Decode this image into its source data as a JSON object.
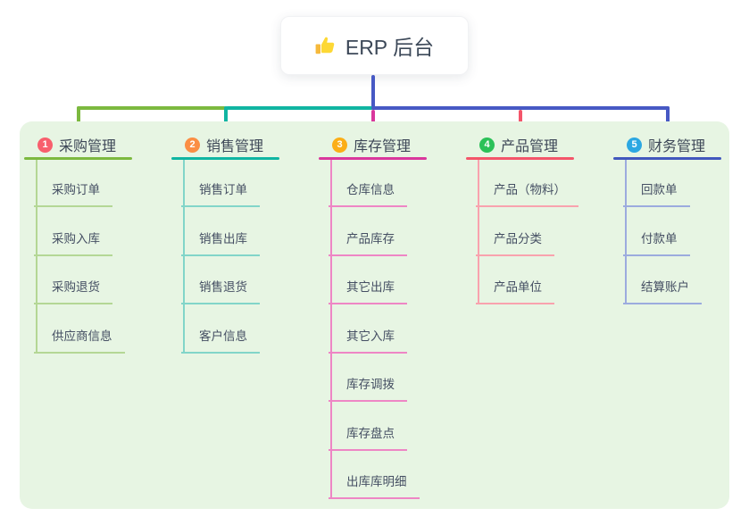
{
  "root": {
    "label": "ERP 后台",
    "icon": "thumbs-up-icon"
  },
  "connector": {
    "stem_color": "#4759c4"
  },
  "panel": {
    "background": "#e7f5e3"
  },
  "branches": [
    {
      "badge": "1",
      "label": "采购管理",
      "badge_color": "#f85f6d",
      "color": "#7cb93f",
      "color_light": "#b4d795",
      "children": [
        {
          "label": "采购订单"
        },
        {
          "label": "采购入库"
        },
        {
          "label": "采购退货"
        },
        {
          "label": "供应商信息"
        }
      ]
    },
    {
      "badge": "2",
      "label": "销售管理",
      "badge_color": "#fb8e44",
      "color": "#10b5a2",
      "color_light": "#82d5c9",
      "children": [
        {
          "label": "销售订单"
        },
        {
          "label": "销售出库"
        },
        {
          "label": "销售退货"
        },
        {
          "label": "客户信息"
        }
      ]
    },
    {
      "badge": "3",
      "label": "库存管理",
      "badge_color": "#fbae17",
      "color": "#d9379c",
      "color_light": "#ee86c5",
      "children": [
        {
          "label": "仓库信息"
        },
        {
          "label": "产品库存"
        },
        {
          "label": "其它出库"
        },
        {
          "label": "其它入库"
        },
        {
          "label": "库存调拨"
        },
        {
          "label": "库存盘点"
        },
        {
          "label": "出库库明细"
        }
      ]
    },
    {
      "badge": "4",
      "label": "产品管理",
      "badge_color": "#2bc158",
      "color": "#f4556a",
      "color_light": "#f9a2ae",
      "children": [
        {
          "label": "产品（物料）"
        },
        {
          "label": "产品分类"
        },
        {
          "label": "产品单位"
        }
      ]
    },
    {
      "badge": "5",
      "label": "财务管理",
      "badge_color": "#2ca7e2",
      "color": "#4157bd",
      "color_light": "#9cabde",
      "children": [
        {
          "label": "回款单"
        },
        {
          "label": "付款单"
        },
        {
          "label": "结算账户"
        }
      ]
    }
  ]
}
